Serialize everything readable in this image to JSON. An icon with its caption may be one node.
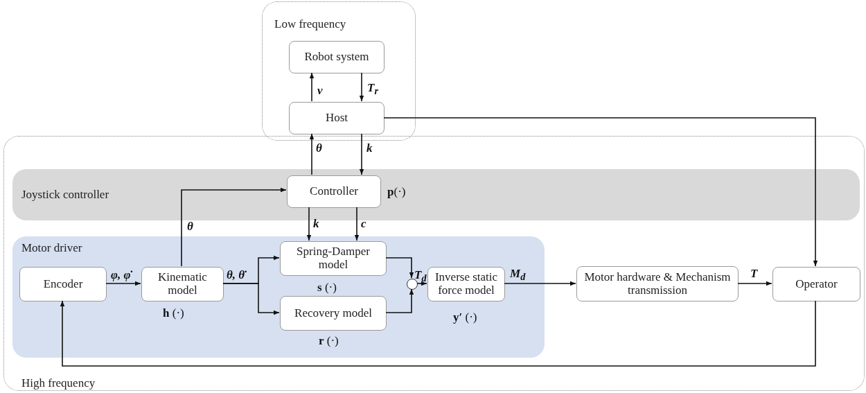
{
  "diagram": {
    "nodes": [
      {
        "text": [
          "Low frequency"
        ]
      },
      {
        "text": [
          "Robot system"
        ],
        "in": 0
      },
      {
        "text": [
          "Host"
        ],
        "in": 0
      },
      {
        "text": [
          "High frequency"
        ]
      },
      {
        "text": [
          "Joystick controller"
        ],
        "in": 3
      },
      {
        "text": [
          "Controller"
        ],
        "in": 4,
        "beside": [
          "**p**(·)"
        ]
      },
      {
        "text": [
          "Motor driver"
        ],
        "in": 3
      },
      {
        "text": [
          "Encoder"
        ],
        "in": 6
      },
      {
        "text": [
          "Kinematic model"
        ],
        "in": 6,
        "beside": [
          "**h** (·)"
        ]
      },
      {
        "text": [
          "Spring-Damper model"
        ],
        "in": 6,
        "beside": [
          "**s** (·)"
        ]
      },
      {
        "text": [
          "Recovery model"
        ],
        "in": 6,
        "beside": [
          "**r** (·)"
        ]
      },
      {
        "text": [],
        "shape": "circle",
        "in": 6
      },
      {
        "text": [
          "Inverse static force model"
        ],
        "in": 6,
        "beside": [
          "**y′** (·)"
        ]
      },
      {
        "text": [
          "Motor hardware & Mechanism transmission"
        ],
        "in": 3
      },
      {
        "text": [
          "Operator"
        ],
        "in": 3
      }
    ],
    "edges": [
      {
        "from": 2,
        "to": 1,
        "arrow": "to",
        "label": "v"
      },
      {
        "from": 1,
        "to": 2,
        "arrow": "to",
        "label": "T$_{r}$"
      },
      {
        "from": 5,
        "to": 2,
        "arrow": "to",
        "label": "θ"
      },
      {
        "from": 2,
        "to": 5,
        "arrow": "to",
        "label": "k"
      },
      {
        "from": 2,
        "to": 14,
        "arrow": "to"
      },
      {
        "from": 8,
        "to": 5,
        "arrow": "to",
        "label": "θ"
      },
      {
        "from": 5,
        "to": 9,
        "arrow": "to",
        "label": "k"
      },
      {
        "from": 5,
        "to": 9,
        "arrow": "to",
        "label": "c"
      },
      {
        "from": 7,
        "to": 8,
        "arrow": "to",
        "label": "φ, φ̇"
      },
      {
        "from": 8,
        "to": 9,
        "arrow": "to",
        "label": "θ, θ̇"
      },
      {
        "from": 8,
        "to": 10,
        "arrow": "to"
      },
      {
        "from": 9,
        "to": 11,
        "arrow": "to"
      },
      {
        "from": 10,
        "to": 11,
        "arrow": "to"
      },
      {
        "from": 11,
        "to": 12,
        "arrow": "to",
        "label": "T$_{d}$"
      },
      {
        "from": 12,
        "to": 13,
        "arrow": "to",
        "label": "M$_{d}$"
      },
      {
        "from": 13,
        "to": 14,
        "arrow": "to",
        "label": "T"
      },
      {
        "from": 14,
        "to": 7,
        "arrow": "to"
      }
    ]
  }
}
